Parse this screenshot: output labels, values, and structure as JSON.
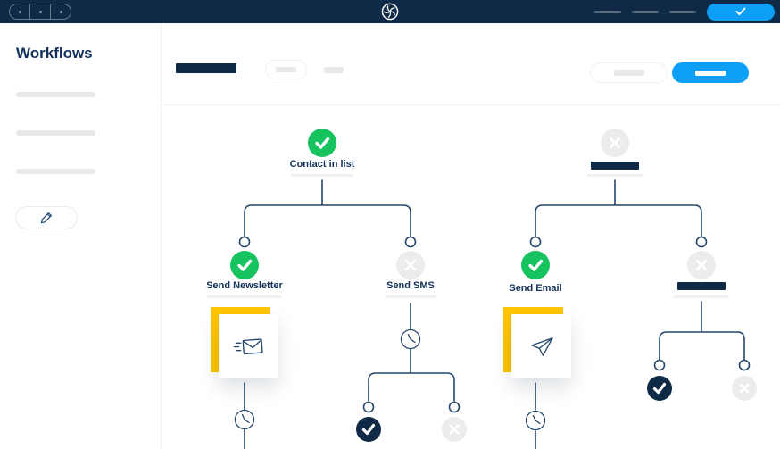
{
  "topbar": {
    "window_controls": {
      "segments": 3
    },
    "brand_icon": "swirl-logo",
    "nav_placeholders": 3,
    "cta_icon": "check"
  },
  "sidebar": {
    "title": "Workflows",
    "skeleton_items": 3,
    "edit_icon": "pencil"
  },
  "header": {
    "title_placeholder": true,
    "secondary_button_placeholder": true,
    "primary_button_placeholder": true
  },
  "flow": {
    "tree1": {
      "root": {
        "label": "Contact in list",
        "status": "completed"
      },
      "children": [
        {
          "label": "Send Newsletter",
          "status": "completed",
          "card_icon": "newsletter-envelope",
          "followed_by": "wait-clock"
        },
        {
          "label": "Send SMS",
          "status": "skipped",
          "followed_by": "wait-clock",
          "children": [
            {
              "status": "completed-dark"
            },
            {
              "status": "skipped"
            }
          ]
        }
      ]
    },
    "tree2": {
      "root": {
        "status": "skipped",
        "label_placeholder": true
      },
      "children": [
        {
          "label": "Send Email",
          "status": "completed",
          "card_icon": "paper-plane",
          "followed_by": "wait-clock"
        },
        {
          "status": "skipped",
          "label_placeholder": true,
          "children": [
            {
              "status": "completed-dark"
            },
            {
              "status": "skipped"
            }
          ]
        }
      ]
    }
  },
  "colors": {
    "navy": "#0e2a47",
    "line": "#24466b",
    "green": "#16c35f",
    "blue": "#0c9ff5",
    "yellow": "#ffc502",
    "gray-node": "#ececec",
    "skeleton": "#e8e8e8",
    "underline": "#f0f0f0",
    "divider": "#f0f0f0",
    "text": "#12305a"
  }
}
